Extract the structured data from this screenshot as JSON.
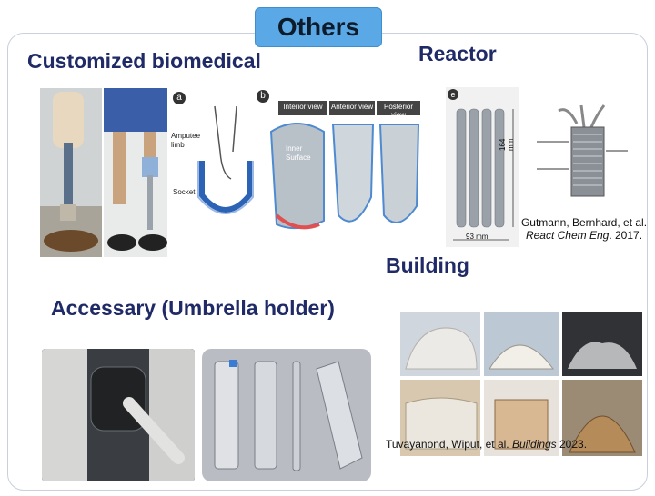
{
  "title": "Others",
  "headings": {
    "biomedical": "Customized biomedical",
    "reactor": "Reactor",
    "building": "Building",
    "accessary": "Accessary (Umbrella holder)"
  },
  "biomedical_fig": {
    "panel_a": "a",
    "panel_b": "b",
    "amputee_limb": "Amputee limb",
    "socket": "Socket",
    "interior_view": "Interior view",
    "anterior_view": "Anterior view",
    "posterior_view": "Posterior view",
    "inner_surface": "Inner Surface"
  },
  "reactor_fig": {
    "panel_e": "e",
    "width_label": "93 mm",
    "height_label": "164 mm",
    "citation_authors": "Gutmann, Bernhard, et al.",
    "citation_journal": "React Chem  Eng",
    "citation_year": ". 2017."
  },
  "building_fig": {
    "citation_authors": "Tuvayanond, Wiput, et al. ",
    "citation_journal": "Buildings",
    "citation_year": " 2023."
  },
  "colors": {
    "heading": "#1f2a66",
    "title_pill": "#5aa9e6",
    "frame_border": "#c9cfdb"
  }
}
